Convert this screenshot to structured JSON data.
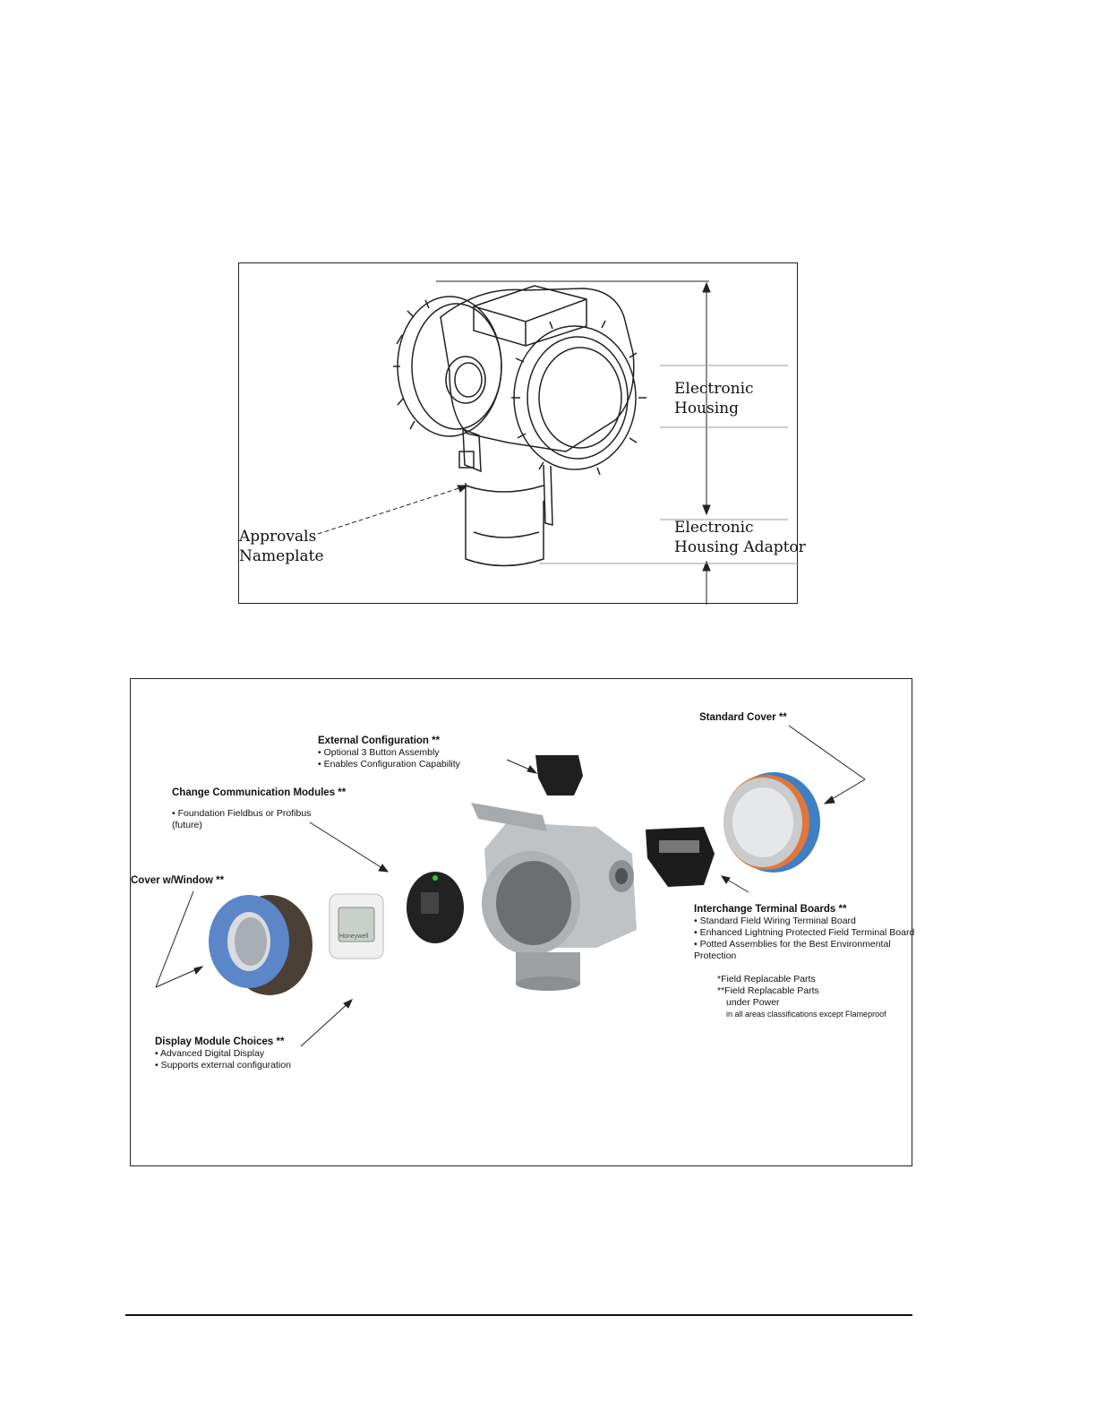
{
  "figure1": {
    "labels": {
      "electronic_housing": "Electronic\nHousing",
      "electronic_housing_adaptor": "Electronic\nHousing Adaptor",
      "approvals_nameplate": "Approvals\nNameplate"
    }
  },
  "figure2": {
    "external_configuration": {
      "title": "External Configuration **",
      "lines": [
        "• Optional 3 Button Assembly",
        "• Enables Configuration Capability"
      ]
    },
    "standard_cover": {
      "title": "Standard Cover **"
    },
    "change_comm_modules": {
      "title": "Change Communication Modules **",
      "lines": [
        "• Foundation Fieldbus or Profibus",
        "(future)"
      ]
    },
    "cover_window": {
      "title": "Cover w/Window **"
    },
    "interchange_terminal": {
      "title": "Interchange Terminal Boards **",
      "lines": [
        "• Standard Field Wiring Terminal Board",
        "• Enhanced Lightning Protected Field Terminal Board",
        "• Potted Assemblies for the Best Environmental",
        "Protection"
      ]
    },
    "notes": {
      "lines": [
        "*Field Replacable Parts",
        "**Field Replacable Parts",
        "under Power",
        "in all areas classifications except Flameproof"
      ]
    },
    "display_module": {
      "title": "Display Module Choices **",
      "lines": [
        "• Advanced Digital Display",
        "• Supports external configuration"
      ]
    },
    "display_brand": "Honeywell"
  }
}
